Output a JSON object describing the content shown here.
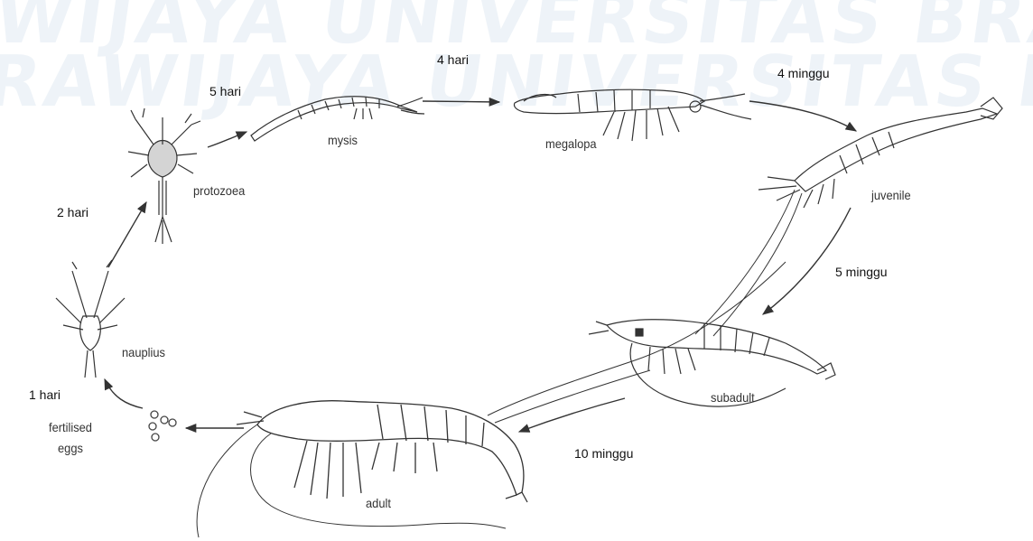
{
  "watermark": {
    "lines": [
      "WIJAYA UNIVERSITAS BRA",
      "RAWIJAYA UNIVERSITAS B"
    ]
  },
  "stages": {
    "fertilised_eggs": "fertilised\neggs",
    "nauplius": "nauplius",
    "protozoea": "protozoea",
    "mysis": "mysis",
    "megalopa": "megalopa",
    "juvenile": "juvenile",
    "subadult": "subadult",
    "adult": "adult"
  },
  "durations": {
    "eggs_to_nauplius": "1 hari",
    "nauplius_to_protozoea": "2 hari",
    "protozoea_to_mysis": "5 hari",
    "mysis_to_megalopa": "4 hari",
    "megalopa_to_juvenile": "4 minggu",
    "juvenile_to_subadult": "5 minggu",
    "subadult_to_adult": "10 minggu"
  },
  "colors": {
    "line_art": "#333333",
    "watermark": "#eef3f8"
  }
}
